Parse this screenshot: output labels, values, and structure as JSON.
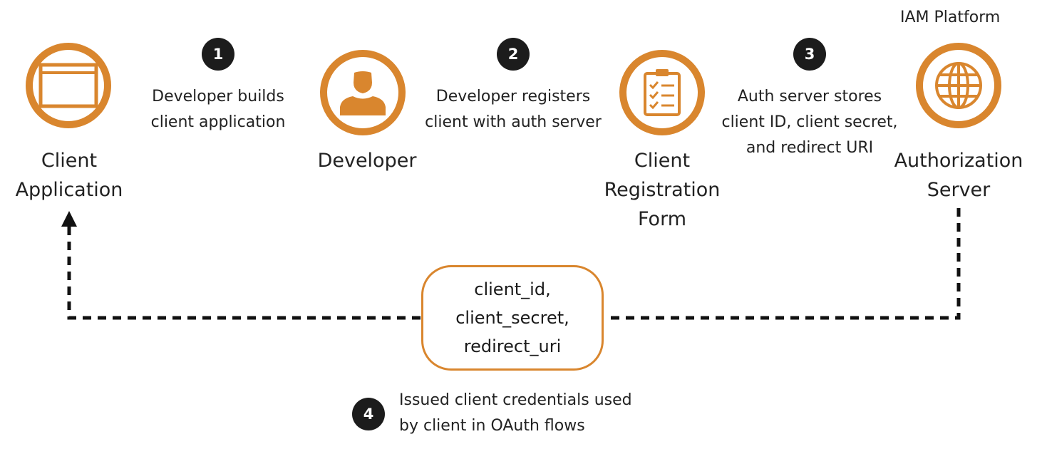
{
  "platform_label": "IAM Platform",
  "nodes": [
    {
      "id": "client-application",
      "label": "Client\nApplication",
      "icon": "browser-window-icon"
    },
    {
      "id": "developer",
      "label": "Developer",
      "icon": "person-icon"
    },
    {
      "id": "client-registration-form",
      "label": "Client\nRegistration\nForm",
      "icon": "clipboard-checklist-icon"
    },
    {
      "id": "authorization-server",
      "label": "Authorization\nServer",
      "icon": "globe-icon"
    }
  ],
  "steps": [
    {
      "number": "1",
      "text": "Developer builds\nclient application"
    },
    {
      "number": "2",
      "text": "Developer registers\nclient with auth server"
    },
    {
      "number": "3",
      "text": "Auth server stores\nclient ID, client secret,\nand redirect URI"
    },
    {
      "number": "4",
      "text": "Issued client credentials used\nby client in OAuth flows"
    }
  ],
  "credentials": [
    "client_id,",
    "client_secret,",
    "redirect_uri"
  ],
  "colors": {
    "accent": "#d9862e",
    "badge": "#1c1c1c",
    "text": "#222222",
    "connector": "#111111"
  }
}
